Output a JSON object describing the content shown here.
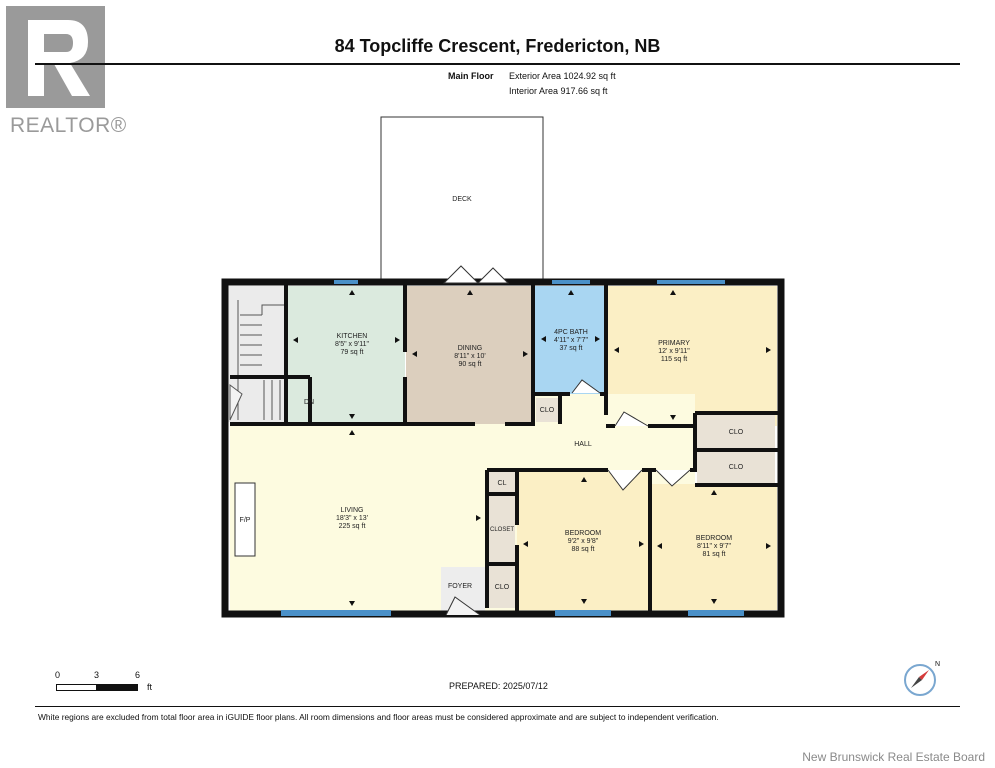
{
  "header": {
    "logo_text": "REALTOR®",
    "title": "84 Topcliffe Crescent, Fredericton, NB",
    "floor_label": "Main Floor",
    "exterior_area": "Exterior Area 1024.92 sq ft",
    "interior_area": "Interior Area 917.66 sq ft"
  },
  "rooms": {
    "deck": {
      "name": "DECK"
    },
    "kitchen": {
      "name": "KITCHEN",
      "dims": "8'5\" x 9'11\"",
      "area": "79 sq ft"
    },
    "dining": {
      "name": "DINING",
      "dims": "8'11\" x 10'",
      "area": "90 sq ft"
    },
    "bath": {
      "name": "4PC BATH",
      "dims": "4'11\" x 7'7\"",
      "area": "37 sq ft"
    },
    "primary": {
      "name": "PRIMARY",
      "dims": "12' x 9'11\"",
      "area": "115 sq ft"
    },
    "living": {
      "name": "LIVING",
      "dims": "18'3\" x 13'",
      "area": "225 sq ft"
    },
    "bedroom1": {
      "name": "BEDROOM",
      "dims": "9'2\" x 9'8\"",
      "area": "88 sq ft"
    },
    "bedroom2": {
      "name": "BEDROOM",
      "dims": "8'11\" x 9'7\"",
      "area": "81 sq ft"
    },
    "hall": {
      "name": "HALL"
    },
    "foyer": {
      "name": "FOYER"
    },
    "clo_bath": {
      "name": "CLO"
    },
    "clo_primary_1": {
      "name": "CLO"
    },
    "clo_primary_2": {
      "name": "CLO"
    },
    "cl": {
      "name": "CL"
    },
    "closet": {
      "name": "CLOSET"
    },
    "clo_foyer": {
      "name": "CLO"
    },
    "fireplace": {
      "name": "F/P"
    },
    "stairs_down": {
      "name": "DN"
    }
  },
  "colors": {
    "kitchen": "#dbeade",
    "dining": "#dccfbe",
    "bath": "#a9d6f2",
    "primary": "#fbefc5",
    "living": "#fdfbe0",
    "bedroom": "#fbefc5",
    "closet": "#e9e2d6",
    "wall": "#111111",
    "window": "#4a90c8"
  },
  "scale": {
    "ticks": [
      "0",
      "3",
      "6"
    ],
    "unit": "ft"
  },
  "compass": {
    "label": "N"
  },
  "prepared": "PREPARED: 2025/07/12",
  "disclaimer": "White regions are excluded from total floor area in iGUIDE floor plans. All room dimensions and floor areas must be considered approximate and are subject to independent verification.",
  "footer": {
    "board": "New Brunswick Real Estate Board"
  }
}
